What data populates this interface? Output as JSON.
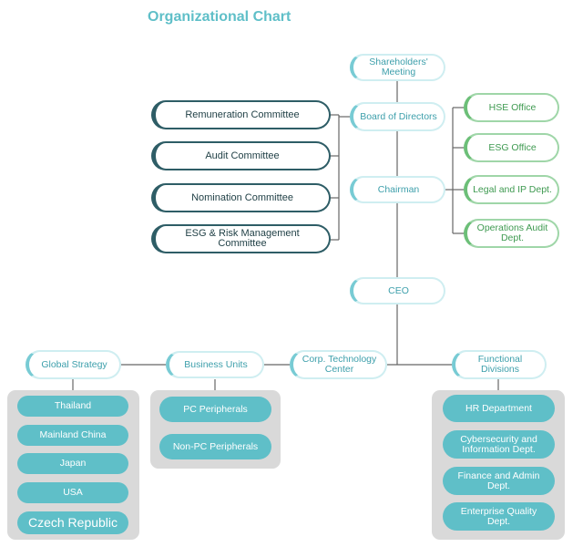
{
  "title": "Organizational Chart",
  "colors": {
    "accent": "#5fbfc8",
    "dark": "#2e5d66",
    "green": "#6cbf78",
    "panel": "#d9d9d9"
  },
  "nodes": {
    "shareholders": "Shareholders' Meeting",
    "board": "Board of Directors",
    "chairman": "Chairman",
    "ceo": "CEO",
    "corp_tech": "Corp. Technology Center",
    "global_strategy": "Global Strategy",
    "business_units": "Business Units",
    "functional_divisions": "Functional Divisions"
  },
  "committees": [
    "Remuneration Committee",
    "Audit Committee",
    "Nomination Committee",
    "ESG & Risk Management Committee"
  ],
  "offices": [
    "HSE Office",
    "ESG Office",
    "Legal and IP Dept.",
    "Operations Audit Dept."
  ],
  "global_strategy_items": [
    "Thailand",
    "Mainland China",
    "Japan",
    "USA",
    "Czech Republic"
  ],
  "business_unit_items": [
    "PC Peripherals",
    "Non-PC Peripherals"
  ],
  "functional_items": [
    "HR Department",
    "Cybersecurity and Information Dept.",
    "Finance and Admin Dept.",
    "Enterprise Quality Dept."
  ]
}
